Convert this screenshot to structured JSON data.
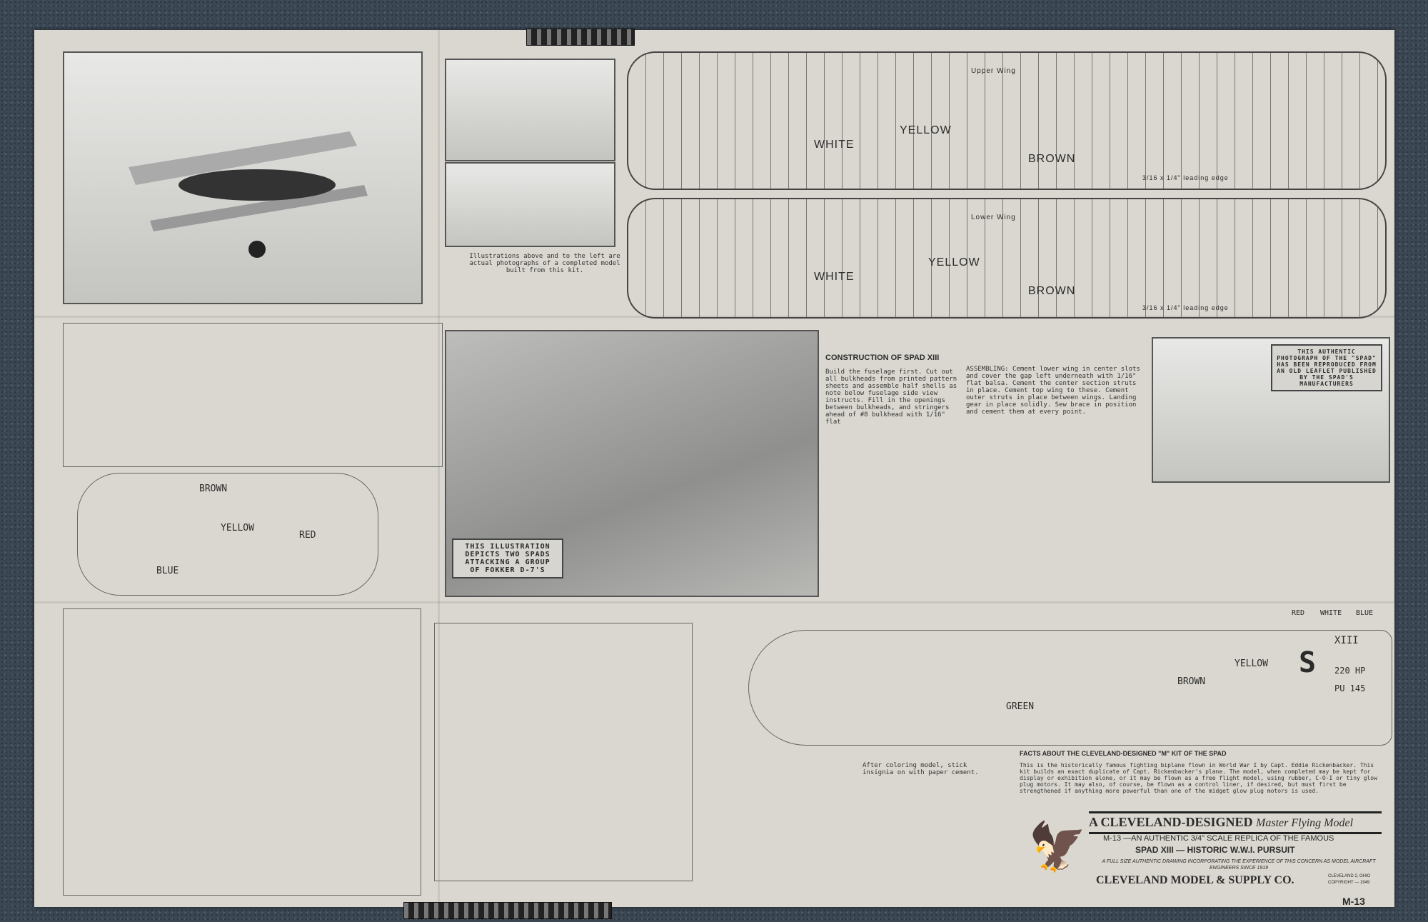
{
  "photos": {
    "caption_model": "Illustrations above and to the left are actual photographs of a completed model built from this kit.",
    "caption_illustration": "THIS ILLUSTRATION DEPICTS TWO SPADS ATTACKING A GROUP OF FOKKER D-7'S",
    "caption_authentic": "THIS AUTHENTIC PHOTOGRAPH OF THE \"SPAD\" HAS BEEN REPRODUCED FROM AN OLD LEAFLET PUBLISHED BY THE SPAD'S MANUFACTURERS"
  },
  "wings": {
    "upper": {
      "label": "Upper Wing",
      "edge": "3/16 x 1/4\" leading edge",
      "colors": [
        "WHITE",
        "YELLOW",
        "BROWN"
      ]
    },
    "lower": {
      "label": "Lower Wing",
      "edge": "3/16 x 1/4\" leading edge",
      "colors": [
        "WHITE",
        "YELLOW",
        "BROWN"
      ]
    }
  },
  "construction": {
    "heading": "CONSTRUCTION OF SPAD XIII",
    "intro": "Build the fuselage first. Cut out all bulkheads from printed pattern sheets and assemble half shells as note below fuselage side view instructs. Fill in the openings between bulkheads, and stringers ahead of #8 bulkhead with 1/16\" flat",
    "assembling": "ASSEMBLING: Cement lower wing in center slots and cover the gap left underneath with 1/16\" flat balsa. Cement the center section struts in place. Cement top wing to these. Cement outer struts in place between wings. Landing gear in place solidly. Sew brace in position and cement them at every point."
  },
  "tail": {
    "colors": [
      "BROWN",
      "YELLOW",
      "RED",
      "BLUE"
    ]
  },
  "fuselage": {
    "markings": [
      "S",
      "XIII",
      "220 HP",
      "PU 145",
      "BROWN",
      "YELLOW",
      "GREEN",
      "RED",
      "WHITE",
      "BLUE"
    ],
    "note": "After coloring model, stick insignia on with paper cement."
  },
  "facts": {
    "heading": "FACTS ABOUT THE CLEVELAND-DESIGNED \"M\" KIT OF THE SPAD",
    "body": "This is the historically famous fighting biplane flown in World War I by Capt. Eddie Rickenbacker. This kit builds an exact duplicate of Capt. Rickenbacker's plane. The model, when completed may be kept for display or exhibition alone, or it may be flown as a free flight model, using rubber, C-O-I or tiny glow plug motors. It may also, of course, be flown as a control liner, if desired, but must first be strengthened if anything more powerful than one of the midget glow plug motors is used."
  },
  "title_block": {
    "main": "A CLEVELAND-DESIGNED",
    "script": "Master Flying Model",
    "line1": "M-13 —AN AUTHENTIC 3/4\" SCALE REPLICA OF THE FAMOUS",
    "line2": "SPAD XIII — HISTORIC W.W.I. PURSUIT",
    "tagline": "A FULL SIZE AUTHENTIC DRAWING INCORPORATING THE EXPERIENCE OF THIS CONCERN AS MODEL AIRCRAFT ENGINEERS SINCE 1919",
    "company": "CLEVELAND MODEL & SUPPLY CO.",
    "location": "CLEVELAND 2, OHIO",
    "copyright": "COPYRIGHT — 1949",
    "model_number": "M-13"
  },
  "colors": {
    "paper": "#d9d7cf",
    "carpet": "#3b4753",
    "ink": "#2b2b2b"
  }
}
